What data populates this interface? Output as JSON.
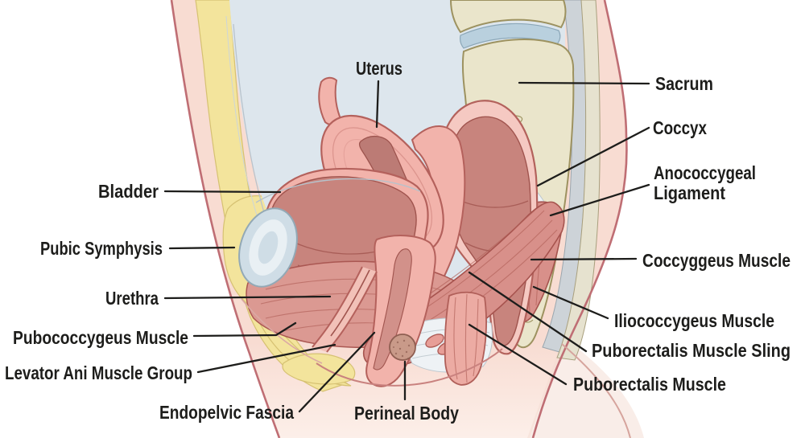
{
  "figure": {
    "type": "anatomical-diagram",
    "subject": "Female pelvic floor, sagittal section",
    "labels": {
      "uterus": "Uterus",
      "sacrum": "Sacrum",
      "coccyx": "Coccyx",
      "anococcygeal_ligament_line1": "Anococcygeal",
      "anococcygeal_ligament_line2": "Ligament",
      "coccyggeus_muscle": "Coccyggeus Muscle",
      "iliococcygeus_muscle": "Iliococcygeus Muscle",
      "puborectalis_muscle_sling": "Puborectalis Muscle Sling",
      "puborectalis_muscle": "Puborectalis Muscle",
      "bladder": "Bladder",
      "pubic_symphysis": "Pubic Symphysis",
      "urethra": "Urethra",
      "pubococcygeus_muscle": "Pubococcygeus Muscle",
      "levator_ani_muscle_group": "Levator Ani Muscle Group",
      "endopelvic_fascia": "Endopelvic Fascia",
      "perineal_body": "Perineal Body"
    },
    "colors": {
      "background": "#ffffff",
      "label_text": "#1d1d1b",
      "leader_line": "#1d1d1b",
      "skin": "#f8dcd2",
      "skin_outline": "#bf6e74",
      "fat_yellow": "#f3e49c",
      "cavity_blue": "#dde6ed",
      "bone_beige": "#eae5cb",
      "organ_pink": "#f2b3ab",
      "organ_inner": "#c8847d",
      "muscle_rose": "#d8908a",
      "fascia_white": "#eef2f5",
      "symphysis_blue": "#cfdde6",
      "perineal_fill": "#c99a89"
    }
  }
}
